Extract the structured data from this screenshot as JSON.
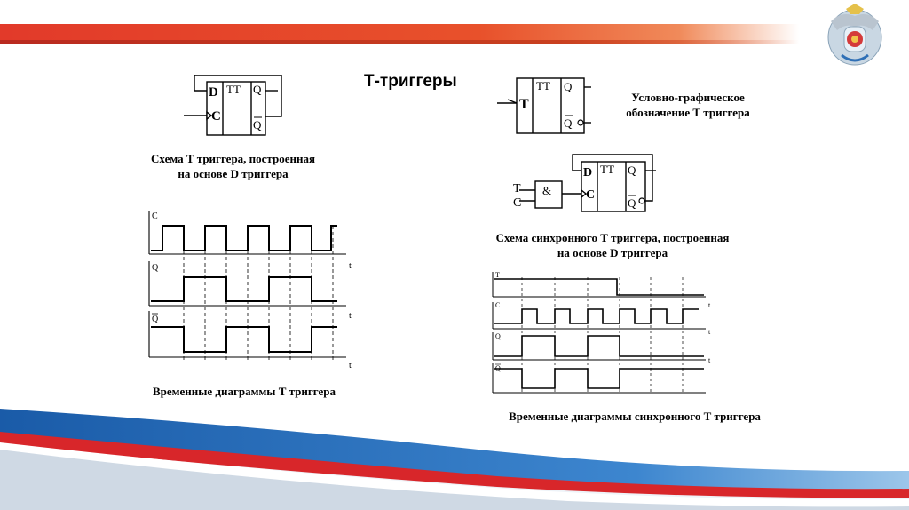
{
  "slide": {
    "title": "Т-триггеры",
    "caption_t_on_d": [
      "Схема Т триггера, построенная",
      "на основе D триггера"
    ],
    "caption_symbol": [
      "Условно-графическое",
      "обозначение Т триггера"
    ],
    "caption_sync_scheme": [
      "Схема синхронного Т триггера, построенная",
      "на основе D триггера"
    ],
    "caption_timing": "Временные диаграммы Т триггера",
    "caption_sync_timing": "Временные диаграммы синхронного Т триггера"
  },
  "circuit_d": {
    "d": "D",
    "c": "C",
    "tt": "TT",
    "q": "Q",
    "nq": "Q"
  },
  "circuit_t": {
    "t": "T",
    "tt": "TT",
    "q": "Q",
    "nq": "Q"
  },
  "circuit_sync": {
    "t": "T",
    "c": "C",
    "and": "&",
    "d": "D",
    "cc": "C",
    "tt": "TT",
    "q": "Q",
    "nq": "Q"
  },
  "timing": {
    "c": "C",
    "q": "Q",
    "nq": "Q",
    "t": "t"
  },
  "sync_timing": {
    "t_sig": "T",
    "c": "C",
    "q": "Q",
    "nq": "Q",
    "t": "t"
  },
  "colors": {
    "red_bar": "#e23a2a",
    "blue_wave": "#1e63b0",
    "red_wave": "#d8262a"
  }
}
